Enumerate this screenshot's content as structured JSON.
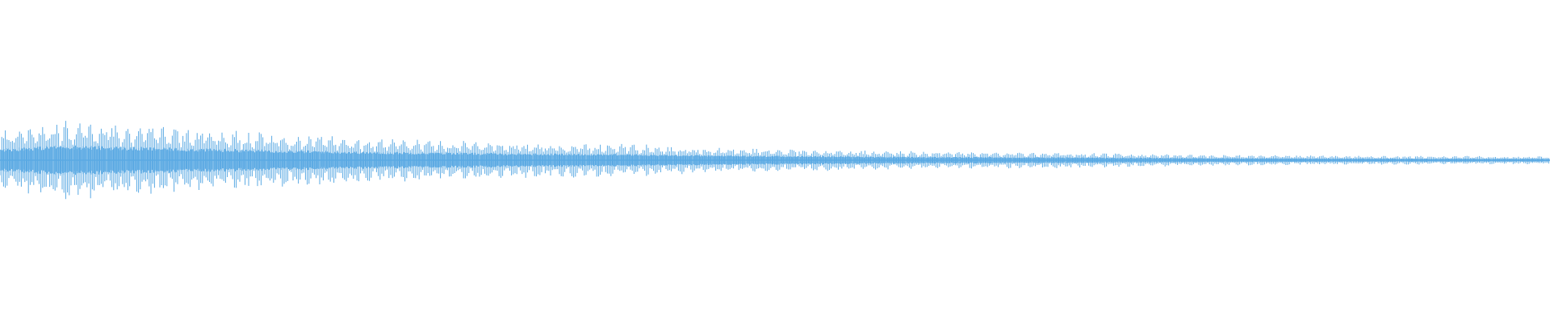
{
  "waveform": {
    "color": "#5aa9e3",
    "background": "#ffffff",
    "amplitude_envelope": [
      {
        "t": 0.0,
        "a": 0.78
      },
      {
        "t": 0.04,
        "a": 1.0
      },
      {
        "t": 0.07,
        "a": 0.92
      },
      {
        "t": 0.12,
        "a": 0.8
      },
      {
        "t": 0.18,
        "a": 0.68
      },
      {
        "t": 0.24,
        "a": 0.56
      },
      {
        "t": 0.3,
        "a": 0.5
      },
      {
        "t": 0.34,
        "a": 0.45
      },
      {
        "t": 0.4,
        "a": 0.42
      },
      {
        "t": 0.46,
        "a": 0.32
      },
      {
        "t": 0.52,
        "a": 0.28
      },
      {
        "t": 0.6,
        "a": 0.22
      },
      {
        "t": 0.68,
        "a": 0.2
      },
      {
        "t": 0.76,
        "a": 0.15
      },
      {
        "t": 0.84,
        "a": 0.12
      },
      {
        "t": 0.92,
        "a": 0.11
      },
      {
        "t": 1.0,
        "a": 0.1
      }
    ]
  }
}
